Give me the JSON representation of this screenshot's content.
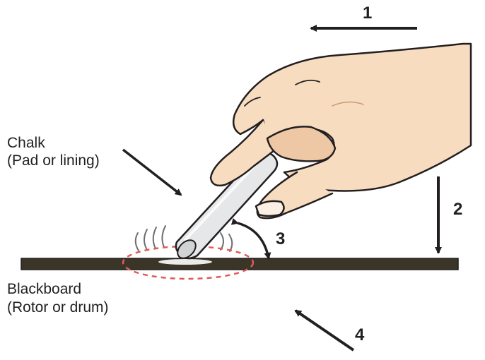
{
  "labels": {
    "chalk": "Chalk",
    "chalk_sub": "(Pad or lining)",
    "blackboard": "Blackboard",
    "blackboard_sub": "(Rotor or drum)"
  },
  "numbers": {
    "n1": "1",
    "n2": "2",
    "n3": "3",
    "n4": "4"
  },
  "colors": {
    "ink": "#231f20",
    "skin": "#f7dcc0",
    "skin_shadow": "#e8b98e",
    "board": "#3a3526",
    "chalk": "#e6e7e8",
    "contact_ring": "#e05a5a"
  }
}
